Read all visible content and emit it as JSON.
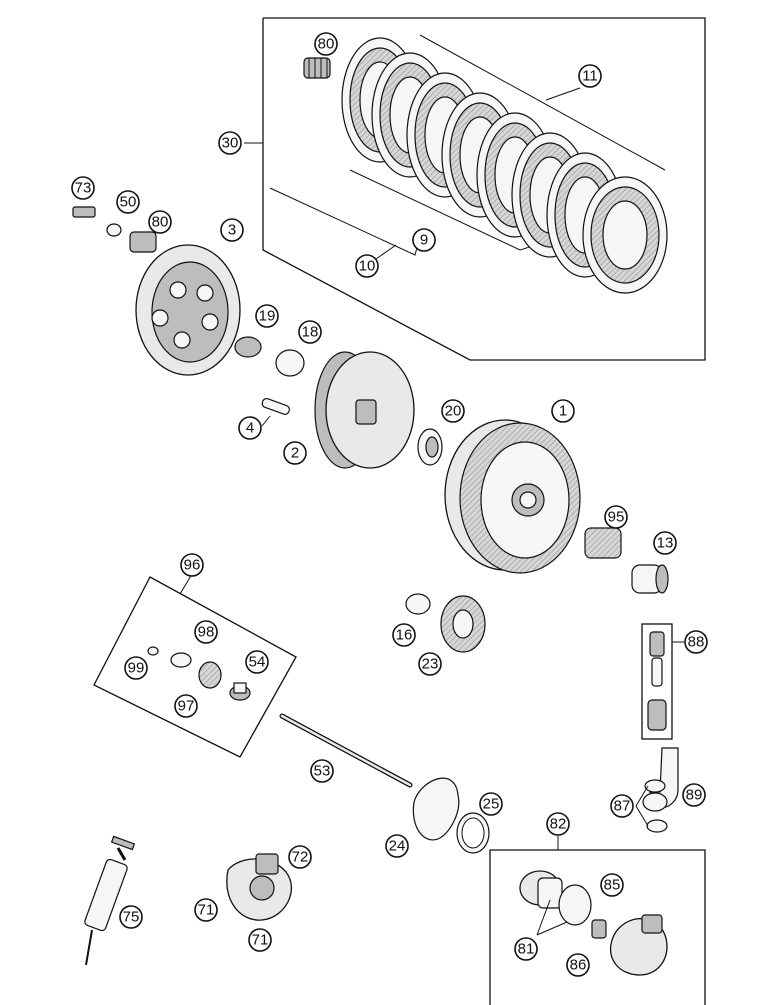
{
  "callouts": {
    "c80a": "80",
    "c11": "11",
    "c30": "30",
    "c9": "9",
    "c10": "10",
    "c73": "73",
    "c50": "50",
    "c80b": "80",
    "c3": "3",
    "c19": "19",
    "c18": "18",
    "c20": "20",
    "c1": "1",
    "c4": "4",
    "c2": "2",
    "c95": "95",
    "c13": "13",
    "c96": "96",
    "c98": "98",
    "c99": "99",
    "c54": "54",
    "c97": "97",
    "c16": "16",
    "c23": "23",
    "c88": "88",
    "c53": "53",
    "c89": "89",
    "c87": "87",
    "c25": "25",
    "c24": "24",
    "c82": "82",
    "c72": "72",
    "c85": "85",
    "c71a": "71",
    "c75": "75",
    "c71b": "71",
    "c81": "81",
    "c86": "86"
  },
  "colors": {
    "line": "#111111",
    "fill": "#e9e9e9",
    "shade": "#bdbdbd"
  }
}
